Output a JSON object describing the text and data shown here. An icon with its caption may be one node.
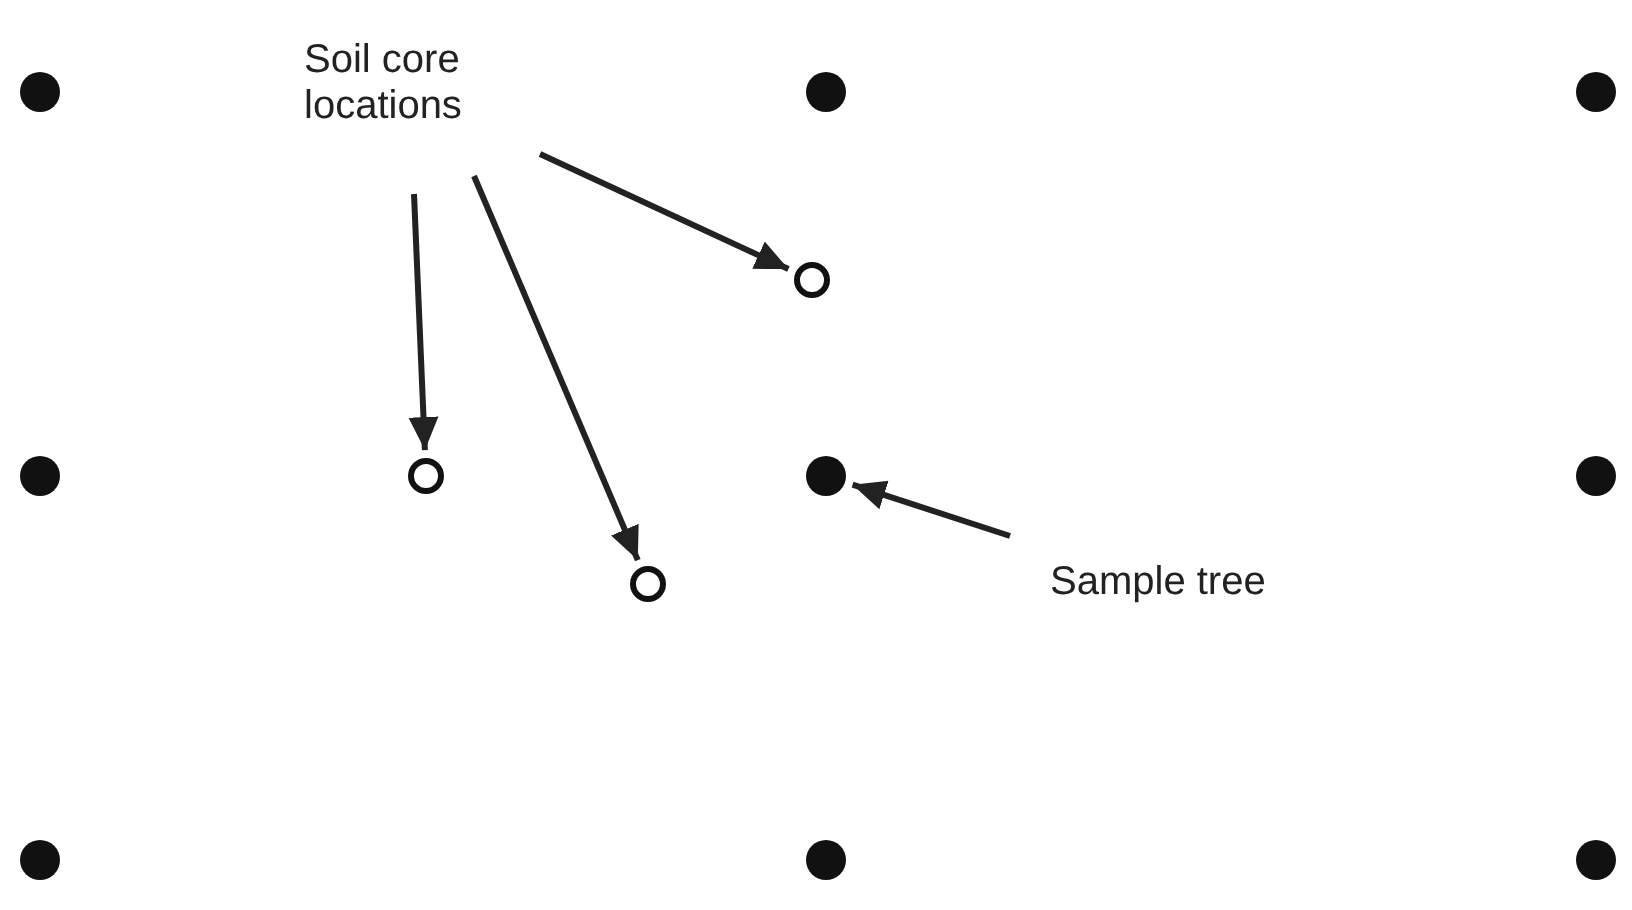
{
  "diagram": {
    "nodes": [
      {
        "text": [],
        "shape": "dot"
      },
      {
        "text": [
          "Soil core locations"
        ]
      },
      {
        "text": [],
        "shape": "dot"
      },
      {
        "text": [],
        "shape": "dot"
      },
      {
        "text": [],
        "shape": "circle"
      },
      {
        "text": [],
        "shape": "dot"
      },
      {
        "text": [],
        "shape": "circle"
      },
      {
        "text": [],
        "shape": "dot"
      },
      {
        "text": [],
        "shape": "dot"
      },
      {
        "text": [],
        "shape": "circle"
      },
      {
        "text": [
          "Sample tree"
        ]
      },
      {
        "text": [],
        "shape": "dot"
      },
      {
        "text": [],
        "shape": "dot"
      },
      {
        "text": [],
        "shape": "dot"
      }
    ],
    "edges": [
      {
        "from": 1,
        "to": 4,
        "arrow": "to"
      },
      {
        "from": 1,
        "to": 6,
        "arrow": "to"
      },
      {
        "from": 1,
        "to": 9,
        "arrow": "to"
      },
      {
        "from": 10,
        "to": 7,
        "arrow": "to"
      }
    ]
  }
}
